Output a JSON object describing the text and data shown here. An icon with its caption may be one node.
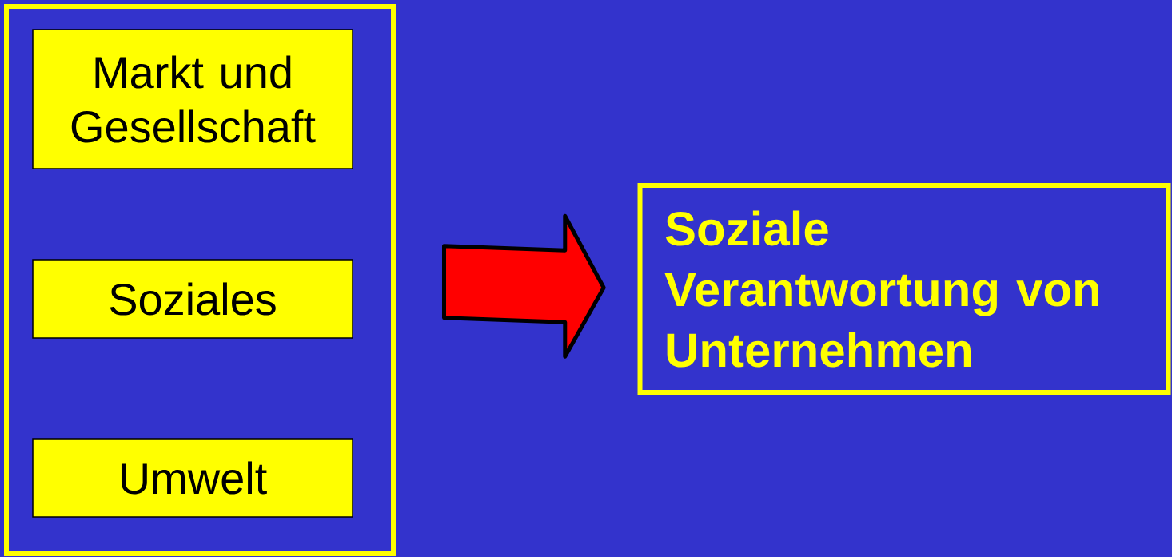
{
  "diagram": {
    "nodes": [
      {
        "text": [],
        "shape": "box"
      },
      {
        "text": [
          "Markt und Gesellschaft"
        ],
        "in": 0
      },
      {
        "text": [
          "Soziales"
        ],
        "in": 0
      },
      {
        "text": [
          "Umwelt"
        ],
        "in": 0
      },
      {
        "text": [
          "Soziale Verantwortung von Unternehmen"
        ]
      }
    ],
    "edges": [
      {
        "from": 0,
        "to": 4,
        "arrow": "to",
        "style": "thick",
        "color": "#ff0000"
      }
    ]
  }
}
